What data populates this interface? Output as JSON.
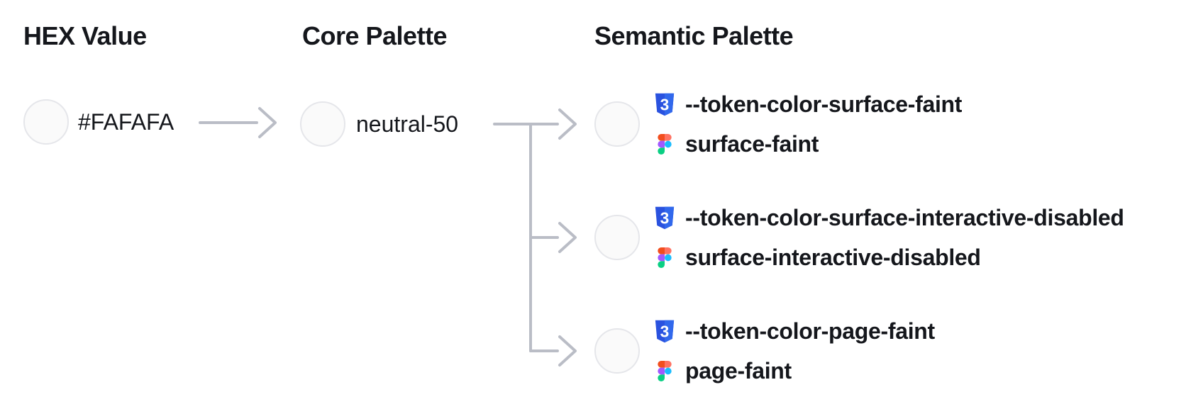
{
  "headings": {
    "hex": "HEX Value",
    "core": "Core Palette",
    "semantic": "Semantic Palette"
  },
  "hex": {
    "value": "#FAFAFA"
  },
  "core": {
    "name": "neutral-50"
  },
  "semantic": {
    "tokens": [
      {
        "css_var": "--token-color-surface-faint",
        "figma_style": "surface-faint"
      },
      {
        "css_var": "--token-color-surface-interactive-disabled",
        "figma_style": "surface-interactive-disabled"
      },
      {
        "css_var": "--token-color-page-faint",
        "figma_style": "page-faint"
      }
    ]
  },
  "icons": {
    "css": "css3-shield-icon",
    "figma": "figma-logo-icon"
  },
  "colors": {
    "background": "#FFFFFF",
    "text": "#15171C",
    "connector": "#BABDC6",
    "swatch_fill": "#FAFAFA",
    "swatch_border": "#E5E6EA",
    "css3_blue_left": "#2A52DF",
    "css3_blue_right": "#3168EC",
    "figma_orange": "#F24E1E",
    "figma_red": "#FF7262",
    "figma_purple": "#A259FF",
    "figma_blue": "#1ABCFE",
    "figma_green": "#0ACF83"
  }
}
